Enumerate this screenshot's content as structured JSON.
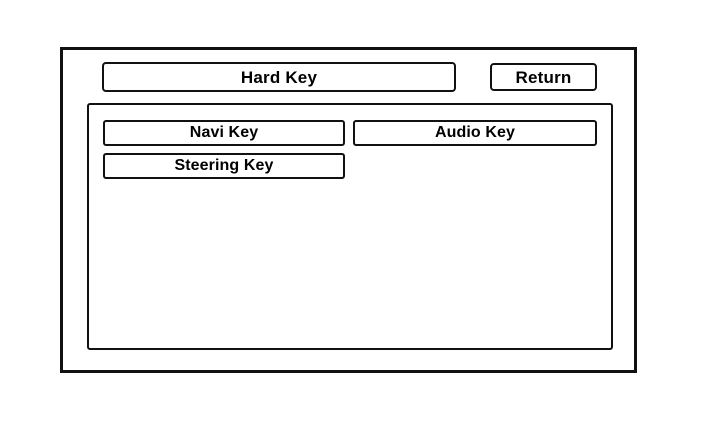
{
  "screen": {
    "name": "hard-key-settings-screen",
    "background_color": "#ffffff",
    "outline_color": "#111111"
  },
  "header": {
    "title": "Hard Key",
    "return_label": "Return"
  },
  "content": {
    "key_buttons": [
      {
        "label": "Navi Key",
        "name": "navi-key"
      },
      {
        "label": "Audio Key",
        "name": "audio-key"
      },
      {
        "label": "Steering Key",
        "name": "steering-key"
      }
    ]
  }
}
